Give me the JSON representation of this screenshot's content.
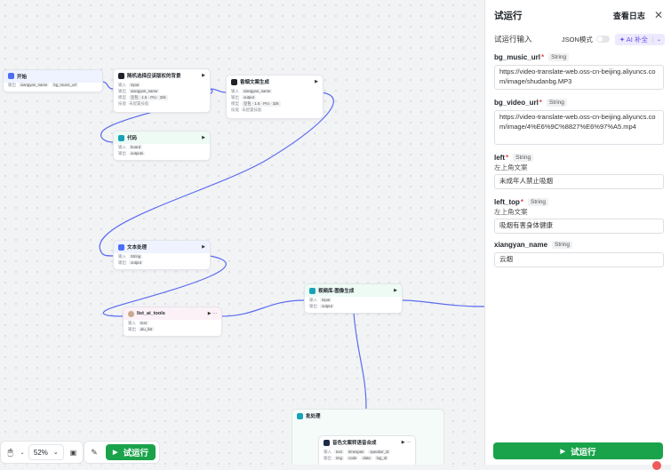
{
  "nodes": {
    "start": {
      "title": "开始",
      "row": {
        "label": "输出",
        "chips": [
          "xiangyan_name",
          "bg_music_url"
        ]
      }
    },
    "random_select": {
      "title": "随机选择应该版权的背景",
      "rows": [
        {
          "label": "输入",
          "chips": [
            "input"
          ]
        },
        {
          "label": "输出",
          "chips": [
            "xiangyan_name"
          ]
        },
        {
          "label": "模型",
          "chips": [
            "豆包 · 1.5 · Pro · 32k"
          ]
        },
        {
          "label": "技能",
          "chips": [
            "未配置技能"
          ]
        }
      ]
    },
    "copywriting": {
      "title": "香烟文案生成",
      "rows": [
        {
          "label": "输入",
          "chips": [
            "xiangyan_name"
          ]
        },
        {
          "label": "输出",
          "chips": [
            "output"
          ]
        },
        {
          "label": "模型",
          "chips": [
            "豆包 · 1.5 · Pro · 32k"
          ]
        },
        {
          "label": "技能",
          "chips": [
            "未配置技能"
          ]
        }
      ]
    },
    "code": {
      "title": "代码",
      "rows": [
        {
          "label": "输入",
          "chips": [
            "board"
          ]
        },
        {
          "label": "输出",
          "chips": [
            "outputs"
          ]
        }
      ]
    },
    "text_process": {
      "title": "文本处理",
      "rows": [
        {
          "label": "输入",
          "chips": [
            "String"
          ]
        },
        {
          "label": "输出",
          "chips": [
            "output"
          ]
        }
      ]
    },
    "tts": {
      "title": "list_ai_tools",
      "rows": [
        {
          "label": "输入",
          "chips": [
            "text"
          ]
        },
        {
          "label": "输出",
          "chips": [
            "alu_list"
          ]
        }
      ]
    },
    "video_gen": {
      "title": "视频库-图像生成",
      "rows": [
        {
          "label": "输入",
          "chips": [
            "input"
          ]
        },
        {
          "label": "输出",
          "chips": [
            "output"
          ]
        }
      ]
    },
    "batch": {
      "title": "批处理"
    },
    "audio_merge": {
      "title": "音色文案转语音合成",
      "rows": [
        {
          "label": "输入",
          "chips": [
            "text",
            "timespan",
            "speaker_id"
          ]
        },
        {
          "label": "输出",
          "chips": [
            "img",
            "code",
            "data",
            "log_id"
          ]
        }
      ]
    }
  },
  "toolbar": {
    "zoom": "52%",
    "run_label": "试运行"
  },
  "panel": {
    "title": "试运行",
    "log_label": "查看日志",
    "input_title": "试运行输入",
    "json_mode_label": "JSON模式",
    "json_mode_on": false,
    "ai_label": "AI 补全",
    "fields": [
      {
        "name": "bg_music_url",
        "required": true,
        "type": "String",
        "desc": "",
        "value": "https://video-translate-web.oss-cn-beijing.aliyuncs.com/image/shudanbg.MP3"
      },
      {
        "name": "bg_video_url",
        "required": true,
        "type": "String",
        "desc": "",
        "value": "https://video-translate-web.oss-cn-beijing.aliyuncs.com/image/4%E6%9C%8827%E6%97%A5.mp4"
      },
      {
        "name": "left",
        "required": true,
        "type": "String",
        "desc": "左上角文案",
        "value": "未成年人禁止吸烟"
      },
      {
        "name": "left_top",
        "required": true,
        "type": "String",
        "desc": "左上角文案",
        "value": "吸烟有害身体健康"
      },
      {
        "name": "xiangyan_name",
        "required": false,
        "type": "String",
        "desc": "",
        "value": "云烟"
      }
    ],
    "run_label": "试运行"
  },
  "colors": {
    "accent_green": "#1aa34a",
    "edge_blue": "#5a6cf0",
    "ai_purple": "#6d4ee6"
  }
}
